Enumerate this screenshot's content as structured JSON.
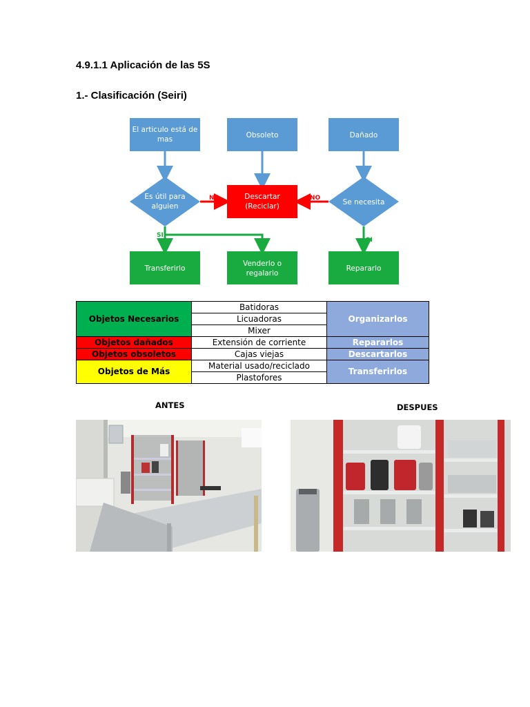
{
  "section_title": "4.9.1.1 Aplicación de las 5S",
  "subsection_title": "1.- Clasificación (Seiri)",
  "flowchart": {
    "box_articulo": [
      "El articulo está de",
      "mas"
    ],
    "box_obsoleto": "Obsoleto",
    "box_danado": "Dañado",
    "diamond_util": [
      "Es útil para",
      "alguien"
    ],
    "box_descartar": [
      "Descartar",
      "(Reciclar)"
    ],
    "diamond_necesita": "Se necesita",
    "label_no_left": "NO",
    "label_no_right": "NO",
    "label_si_left": "SI",
    "label_si_right": "SI",
    "box_transferirlo": "Transferirlo",
    "box_venderlo": [
      "Venderlo o",
      "regalarlo"
    ],
    "box_repararlo": "Repararlo",
    "colors": {
      "blue": "#5b9bd5",
      "red": "#ff0000",
      "green": "#1aab40",
      "arrow_blue": "#5b9bd5",
      "arrow_red": "#ff0000",
      "arrow_green": "#1aab40"
    }
  },
  "table": {
    "cat_necesarios": "Objetos Necesarios",
    "cat_danados": "Objetos dañados",
    "cat_obsoletos": "Objetos obsoletos",
    "cat_mas": "Objetos de Más",
    "items": [
      "Batidoras",
      "Licuadoras",
      "Mixer",
      "Extensión de corriente",
      "Cajas viejas",
      "Material usado/reciclado",
      "Plastofores"
    ],
    "act_organizarlos": "Organizarlos",
    "act_repararlos": "Repararlos",
    "act_descartarlos": "Descartarlos",
    "act_transferirlos": "Transferirlos",
    "colors": {
      "green": "#00b050",
      "red": "#ff0000",
      "yellow": "#ffff00",
      "action_blue": "#8ea9db"
    }
  },
  "photos": {
    "before_caption": "ANTES",
    "after_caption": "DESPUES"
  }
}
